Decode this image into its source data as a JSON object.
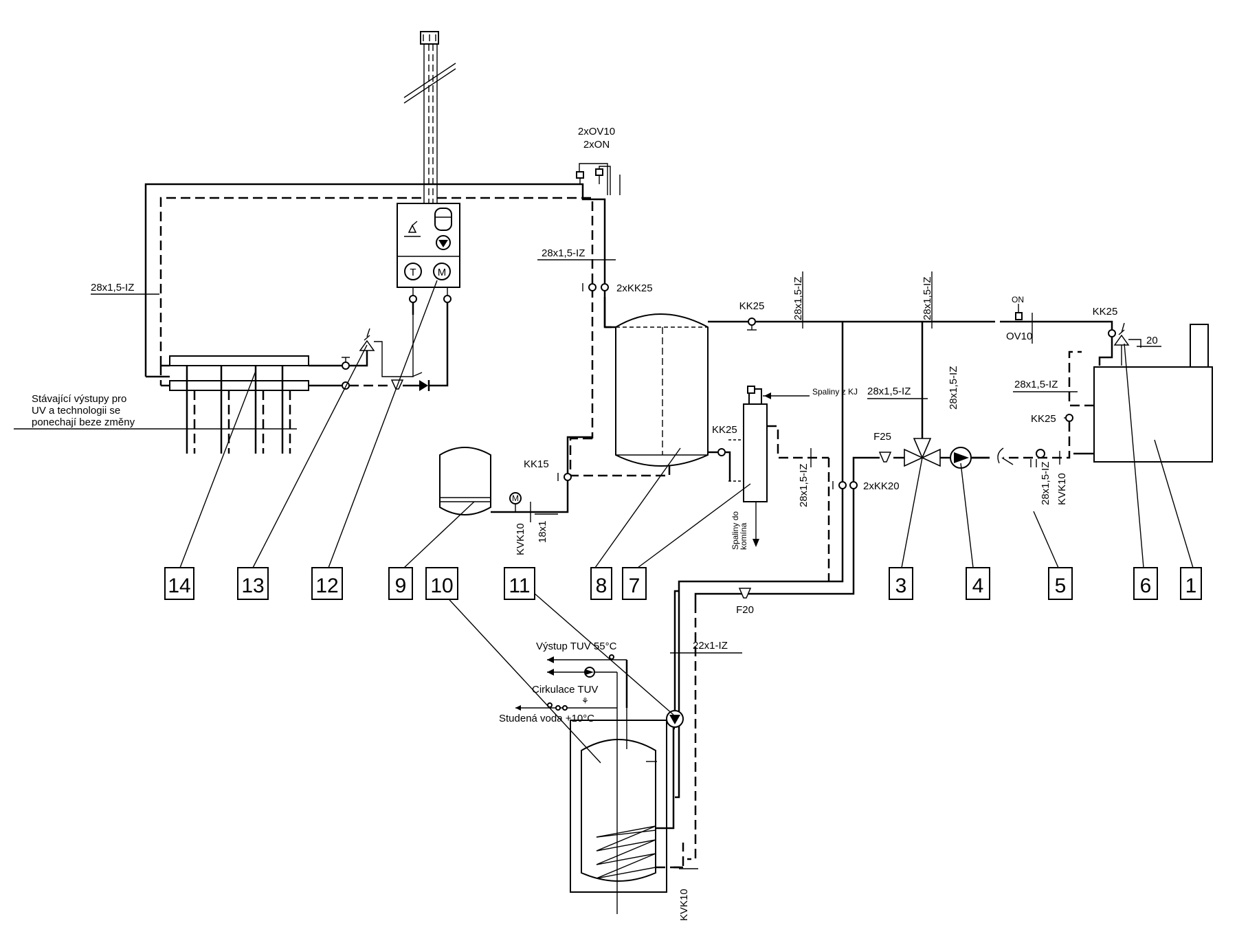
{
  "labels": {
    "ov_top": "2xOV10",
    "on_top": "2xON",
    "pipe_28_left": "28x1,5-IZ",
    "pipe_28_center": "28x1,5-IZ",
    "kk25_double": "2xKK25",
    "kk25_top": "KK25",
    "pipe_28_v1": "28x1,5-IZ",
    "pipe_28_v2": "28x1,5-IZ",
    "on_right": "ON",
    "ov10_right": "OV10",
    "kk25_right": "KK25",
    "num_20": "20",
    "pipe_28_mid": "28x1,5-IZ",
    "pipe_28_v3": "28x1,5-IZ",
    "pipe_28_boiler": "28x1,5-IZ",
    "kk25_boiler": "KK25",
    "spaliny_kj": "Spaliny z KJ",
    "kk25_tank": "KK25",
    "f25": "F25",
    "pipe_28_v4": "28x1,5-IZ",
    "kk20_double": "2xKK20",
    "spaliny_do_line1": "Spaliny do",
    "spaliny_do_line2": "komína",
    "kk15": "KK15",
    "kvk10_left": "KVK10",
    "pipe_18": "18x1",
    "pipe_28_v5": "28x1,5-IZ",
    "kvk10_right": "KVK10",
    "outputs_line1": "Stávající výstupy pro",
    "outputs_line2": "UV a technologii se",
    "outputs_line3": "ponechají beze změny",
    "f20": "F20",
    "tuv_out": "Výstup TUV 55°C",
    "pipe_22": "22x1-IZ",
    "circ_tuv": "Cirkulace TUV",
    "cold_water": "Studená voda +10°C",
    "kvk10_bottom": "KVK10",
    "sym_t": "T",
    "sym_m": "M"
  },
  "callouts": [
    "14",
    "13",
    "12",
    "9",
    "10",
    "11",
    "8",
    "7",
    "3",
    "4",
    "5",
    "6",
    "1"
  ],
  "icons": [
    "motor-valve-icon",
    "pump-icon",
    "three-way-valve-icon",
    "safety-valve-icon",
    "filter-icon",
    "check-valve-icon",
    "ball-valve-icon",
    "expansion-vessel-icon",
    "boiler-unit-icon"
  ]
}
